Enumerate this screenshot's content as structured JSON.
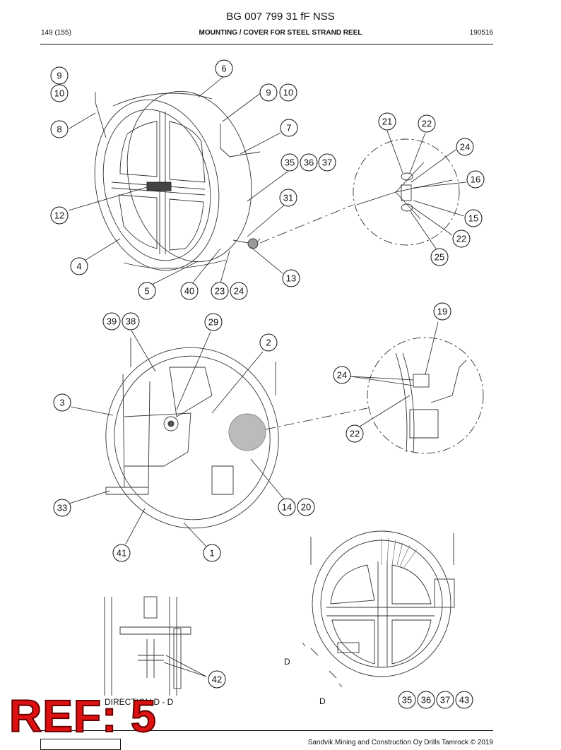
{
  "header": {
    "doc_number": "BG 007 799 31 fF NSS",
    "page": "149 (155)",
    "section_title": "MOUNTING / COVER FOR STEEL STRAND REEL",
    "date_code": "190516"
  },
  "footer": {
    "copyright": "Sandvik Mining and Construction Oy Drills Tamrock © 2019"
  },
  "overlay": {
    "ref_stamp": "REF: 5"
  },
  "view_labels": {
    "direction": "DIRECTION D - D",
    "section_left": "D",
    "section_bottom": "D"
  },
  "callouts": [
    "1",
    "2",
    "3",
    "4",
    "5",
    "6",
    "7",
    "8",
    "9",
    "10",
    "12",
    "13",
    "14",
    "15",
    "16",
    "19",
    "20",
    "21",
    "22",
    "23",
    "24",
    "25",
    "29",
    "31",
    "33",
    "35",
    "36",
    "37",
    "38",
    "39",
    "40",
    "41",
    "42",
    "43"
  ]
}
